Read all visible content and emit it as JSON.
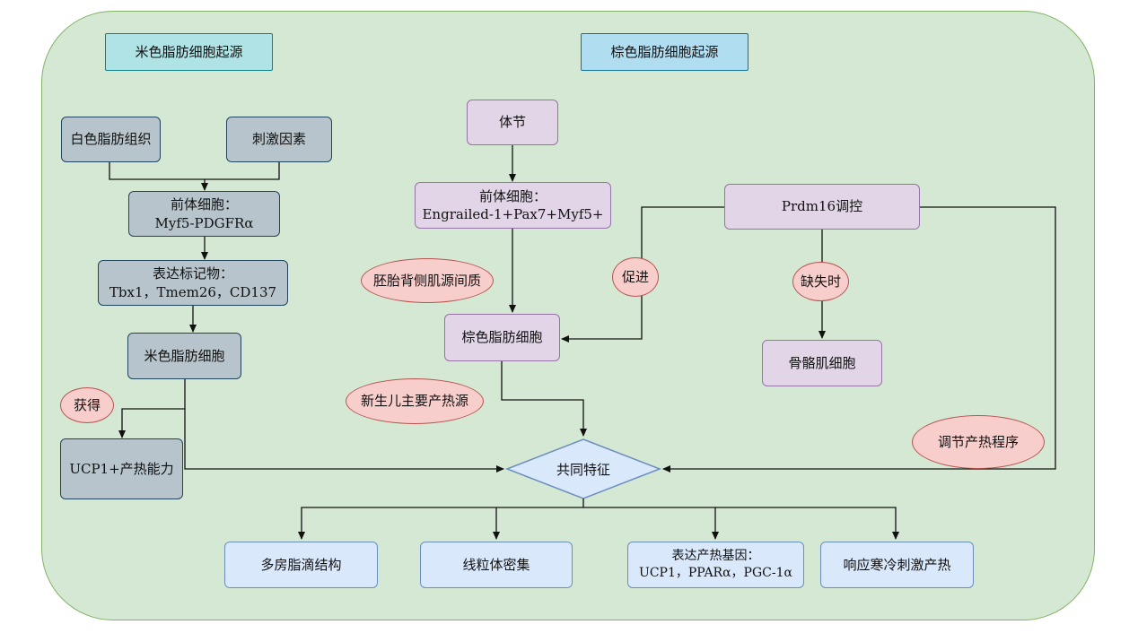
{
  "headers": {
    "beige_origin": "米色脂肪细胞起源",
    "brown_origin": "棕色脂肪细胞起源"
  },
  "beige": {
    "white_adipose": "白色脂肪组织",
    "stimulus": "刺激因素",
    "precursor": "前体细胞：\nMyf5-PDGFRα",
    "markers": "表达标记物：\nTbx1，Tmem26，CD137",
    "beige_cell": "米色脂肪细胞",
    "acquire": "获得",
    "ucp1": "UCP1+产热能力"
  },
  "brown": {
    "somite": "体节",
    "precursor": "前体细胞：\nEngrailed-1+Pax7+Myf5+",
    "mesenchyme": "胚胎背侧肌源间质",
    "brown_cell": "棕色脂肪细胞",
    "newborn": "新生儿主要产热源",
    "prdm16": "Prdm16调控",
    "promote": "促进",
    "absent": "缺失时",
    "skeletal": "骨骼肌细胞",
    "regulate": "调节产热程序"
  },
  "common": {
    "title": "共同特征",
    "multilocular": "多房脂滴结构",
    "mitochondria": "线粒体密集",
    "genes": "表达产热基因：\nUCP1，PPARα，PGC-1α",
    "cold": "响应寒冷刺激产热"
  },
  "colors": {
    "panel_fill": "#d5e8d4",
    "gray_fill": "#b7c4cc",
    "purple_fill": "#e1d5e7",
    "blue_fill": "#dae8fc",
    "oval_fill": "#f8cecc",
    "teal_fill": "#b0e3e6",
    "lightblue_fill": "#b1ddf0"
  }
}
